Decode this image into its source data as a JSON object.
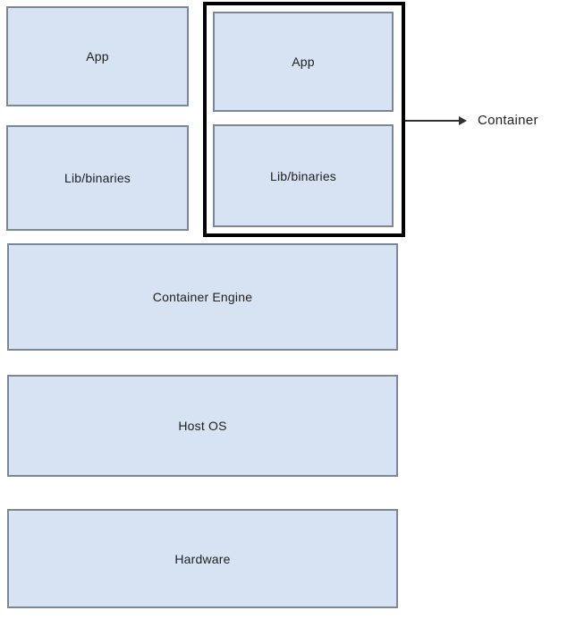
{
  "diagram": {
    "left_stack": {
      "app_label": "App",
      "lib_label": "Lib/binaries"
    },
    "container_group": {
      "app_label": "App",
      "lib_label": "Lib/binaries",
      "callout_label": "Container"
    },
    "layers": [
      {
        "label": "Container Engine"
      },
      {
        "label": "Host OS"
      },
      {
        "label": "Hardware"
      }
    ],
    "colors": {
      "box_fill": "#d7e3f2",
      "box_border": "#7b8794",
      "container_outline": "#000000",
      "arrow": "#333333",
      "text": "#212121",
      "background": "#ffffff"
    }
  }
}
